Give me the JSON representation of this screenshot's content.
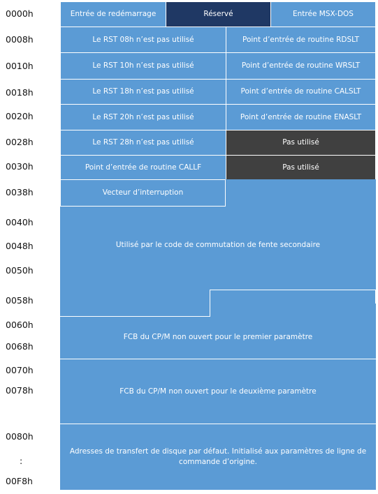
{
  "addresses": [
    "0000h",
    "0008h",
    "0010h",
    "0018h",
    "0020h",
    "0028h",
    "0030h",
    "0038h",
    "0040h",
    "0048h",
    "0050h",
    "0058h",
    "0060h",
    "0068h",
    "0070h",
    "0078h",
    "0080h",
    ":",
    "00F8h"
  ],
  "blocks": {
    "restart_entry": "Entrée de redémarrage",
    "reserved": "Réservé",
    "msxdos_entry": "Entrée MSX-DOS",
    "rst08_unused": "Le RST 08h n’est pas utilisé",
    "rdslt_entry": "Point d’entrée de routine RDSLT",
    "rst10_unused": "Le RST 10h n’est pas utilisé",
    "wrslt_entry": "Point d’entrée de routine WRSLT",
    "rst18_unused": "Le RST 18h n’est pas utilisé",
    "calslt_entry": "Point d’entrée de routine CALSLT",
    "rst20_unused": "Le RST 20h n’est pas utilisé",
    "enaslt_entry": "Point d’entrée de routine ENASLT",
    "rst28_unused": "Le RST 28h n’est pas utilisé",
    "not_used_1": "Pas utilisé",
    "callf_entry": "Point d’entrée de routine CALLF",
    "not_used_2": "Pas utilisé",
    "interrupt_vector": "Vecteur d’interruption",
    "secondary_slot_code": "Utilisé par le code de commutation de fente  secondaire",
    "fcb_first": "FCB du CP/M non ouvert  pour le premier paramètre",
    "fcb_second": "FCB du CP/M non ouvert pour le deuxième paramètre",
    "disk_transfer": "Adresses de transfert de disque par défaut. Initialisé aux paramètres de ligne de commande d’origine."
  },
  "colors": {
    "block_blue": "#5b9bd5",
    "reserved_navy": "#1f3864",
    "unused_gray": "#404040",
    "divider": "#ffffff"
  }
}
